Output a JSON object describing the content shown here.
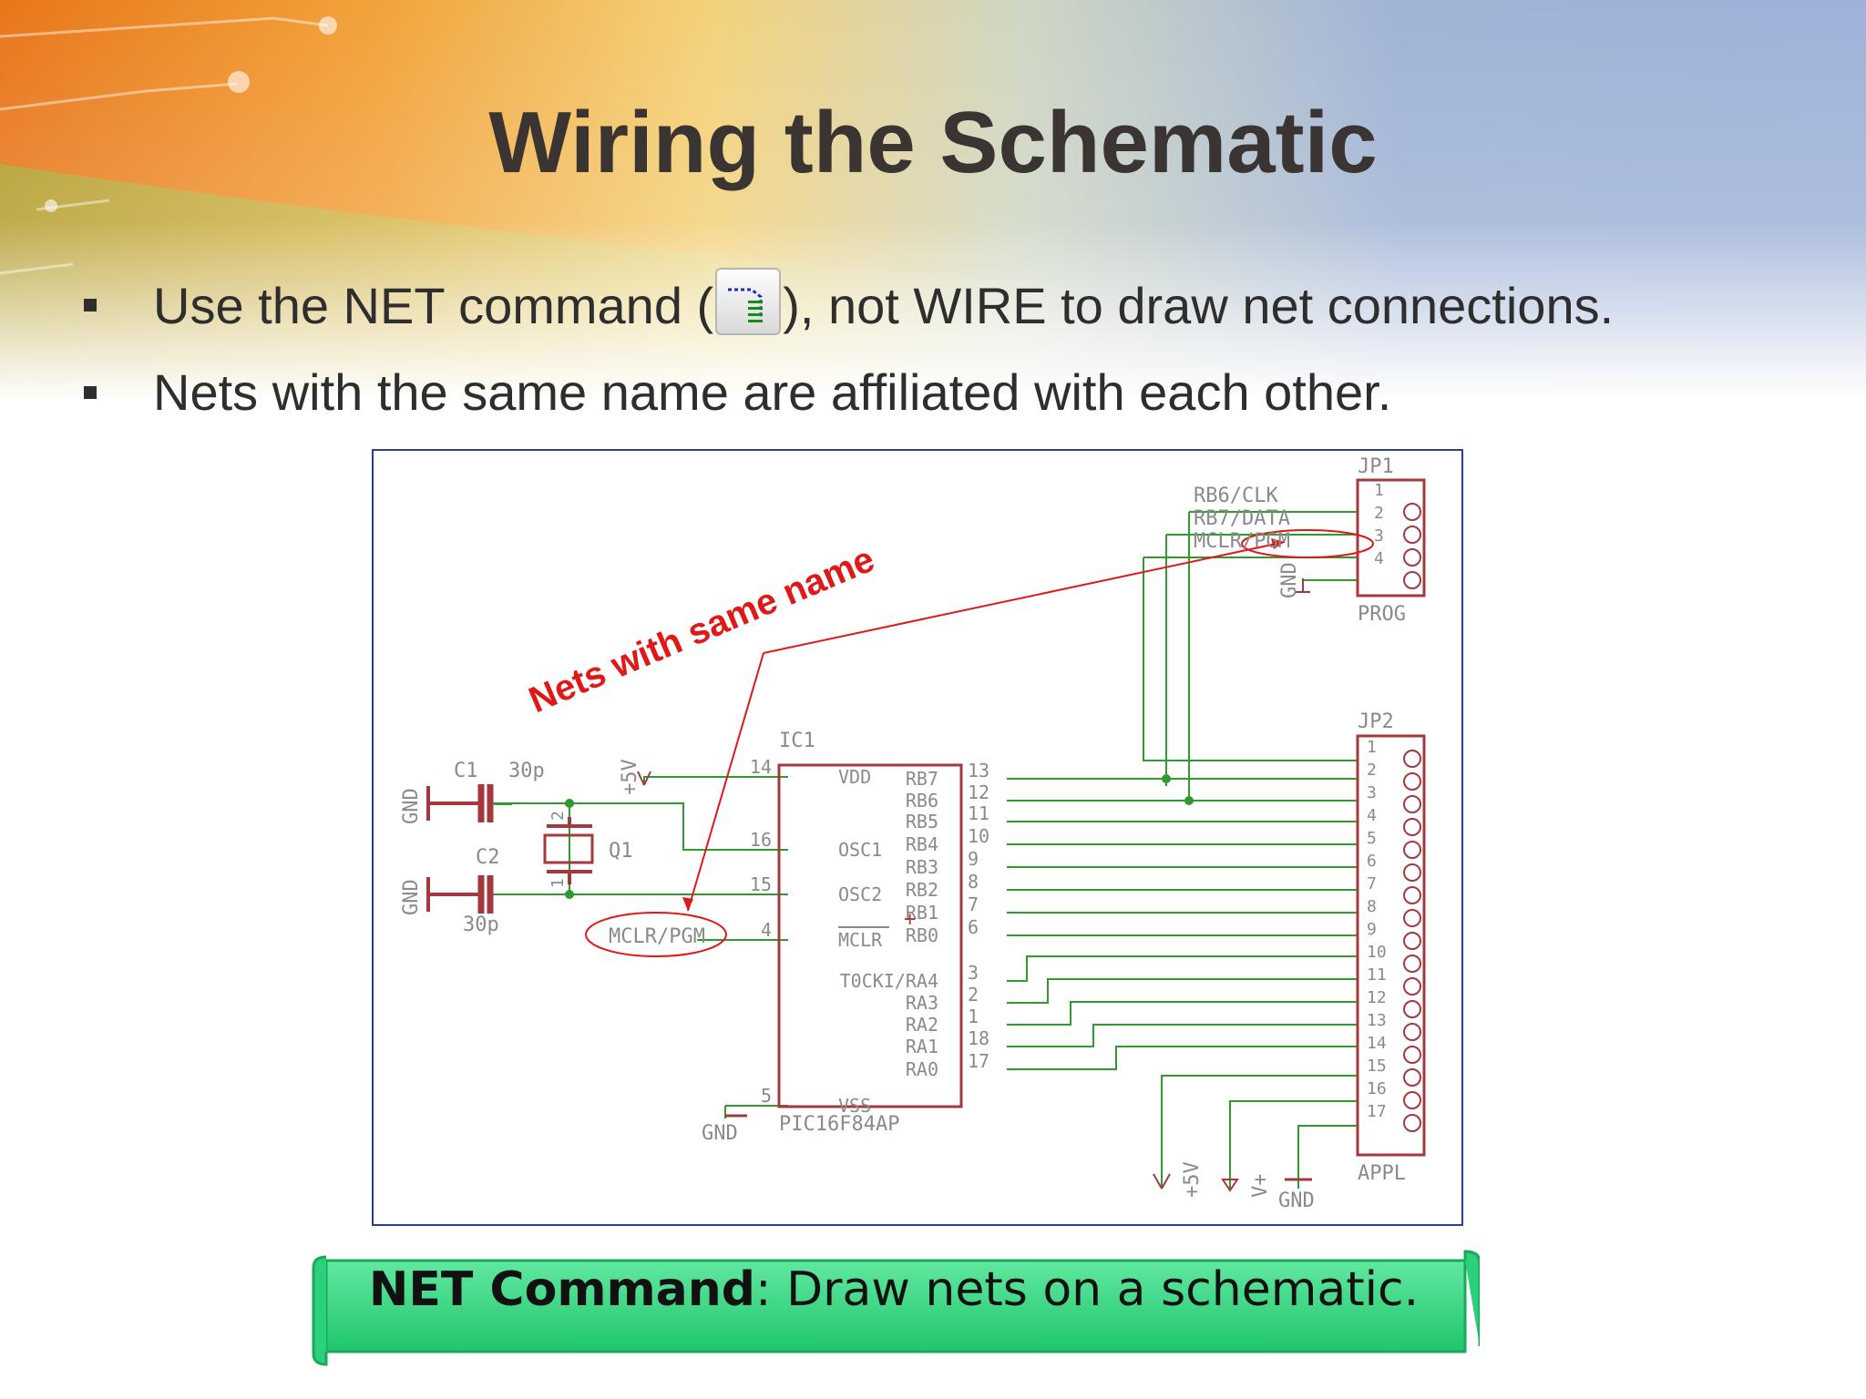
{
  "slide": {
    "title": "Wiring the Schematic",
    "bullets": [
      {
        "before": "Use the NET command (",
        "icon": "net-command-icon",
        "after": "), not WIRE to draw net connections."
      },
      {
        "text": "Nets with the same name are affiliated with each other."
      }
    ]
  },
  "schematic": {
    "annotation": "Nets with same name",
    "jp1": {
      "name": "JP1",
      "value": "PROG",
      "pins": [
        "1",
        "2",
        "3",
        "4"
      ],
      "nets": [
        "RB6/CLK",
        "RB7/DATA",
        "MCLR/PGM",
        "GND"
      ]
    },
    "jp2": {
      "name": "JP2",
      "value": "APPL",
      "pins": [
        "1",
        "2",
        "3",
        "4",
        "5",
        "6",
        "7",
        "8",
        "9",
        "10",
        "11",
        "12",
        "13",
        "14",
        "15",
        "16",
        "17"
      ]
    },
    "ic": {
      "name": "IC1",
      "value": "PIC16F84AP",
      "left_pins": [
        {
          "num": "14",
          "name": "VDD"
        },
        {
          "num": "16",
          "name": "OSC1"
        },
        {
          "num": "15",
          "name": "OSC2"
        },
        {
          "num": "4",
          "name": "MCLR"
        },
        {
          "num": "5",
          "name": "VSS"
        }
      ],
      "right_pins": [
        {
          "num": "13",
          "name": "RB7"
        },
        {
          "num": "12",
          "name": "RB6"
        },
        {
          "num": "11",
          "name": "RB5"
        },
        {
          "num": "10",
          "name": "RB4"
        },
        {
          "num": "9",
          "name": "RB3"
        },
        {
          "num": "8",
          "name": "RB2"
        },
        {
          "num": "7",
          "name": "RB1"
        },
        {
          "num": "6",
          "name": "RB0"
        },
        {
          "num": "3",
          "name": "T0CKI/RA4"
        },
        {
          "num": "2",
          "name": "RA3"
        },
        {
          "num": "1",
          "name": "RA2"
        },
        {
          "num": "18",
          "name": "RA1"
        },
        {
          "num": "17",
          "name": "RA0"
        }
      ],
      "plus": "+"
    },
    "c1": {
      "name": "C1",
      "value": "30p"
    },
    "c2": {
      "name": "C2",
      "value": "30p"
    },
    "q1": {
      "name": "Q1",
      "pin1": "1",
      "pin2": "2"
    },
    "supply": {
      "vplus5": "+5V",
      "gnd": "GND",
      "vplus": "V+"
    },
    "mclr_label": "MCLR/PGM"
  },
  "banner": {
    "bold": "NET Command",
    "rest": ":  Draw nets on a schematic."
  },
  "colors": {
    "wire": "#2f9a2f",
    "part": "#a4393d",
    "label": "#8a8a8a",
    "annotation": "#e01818"
  }
}
